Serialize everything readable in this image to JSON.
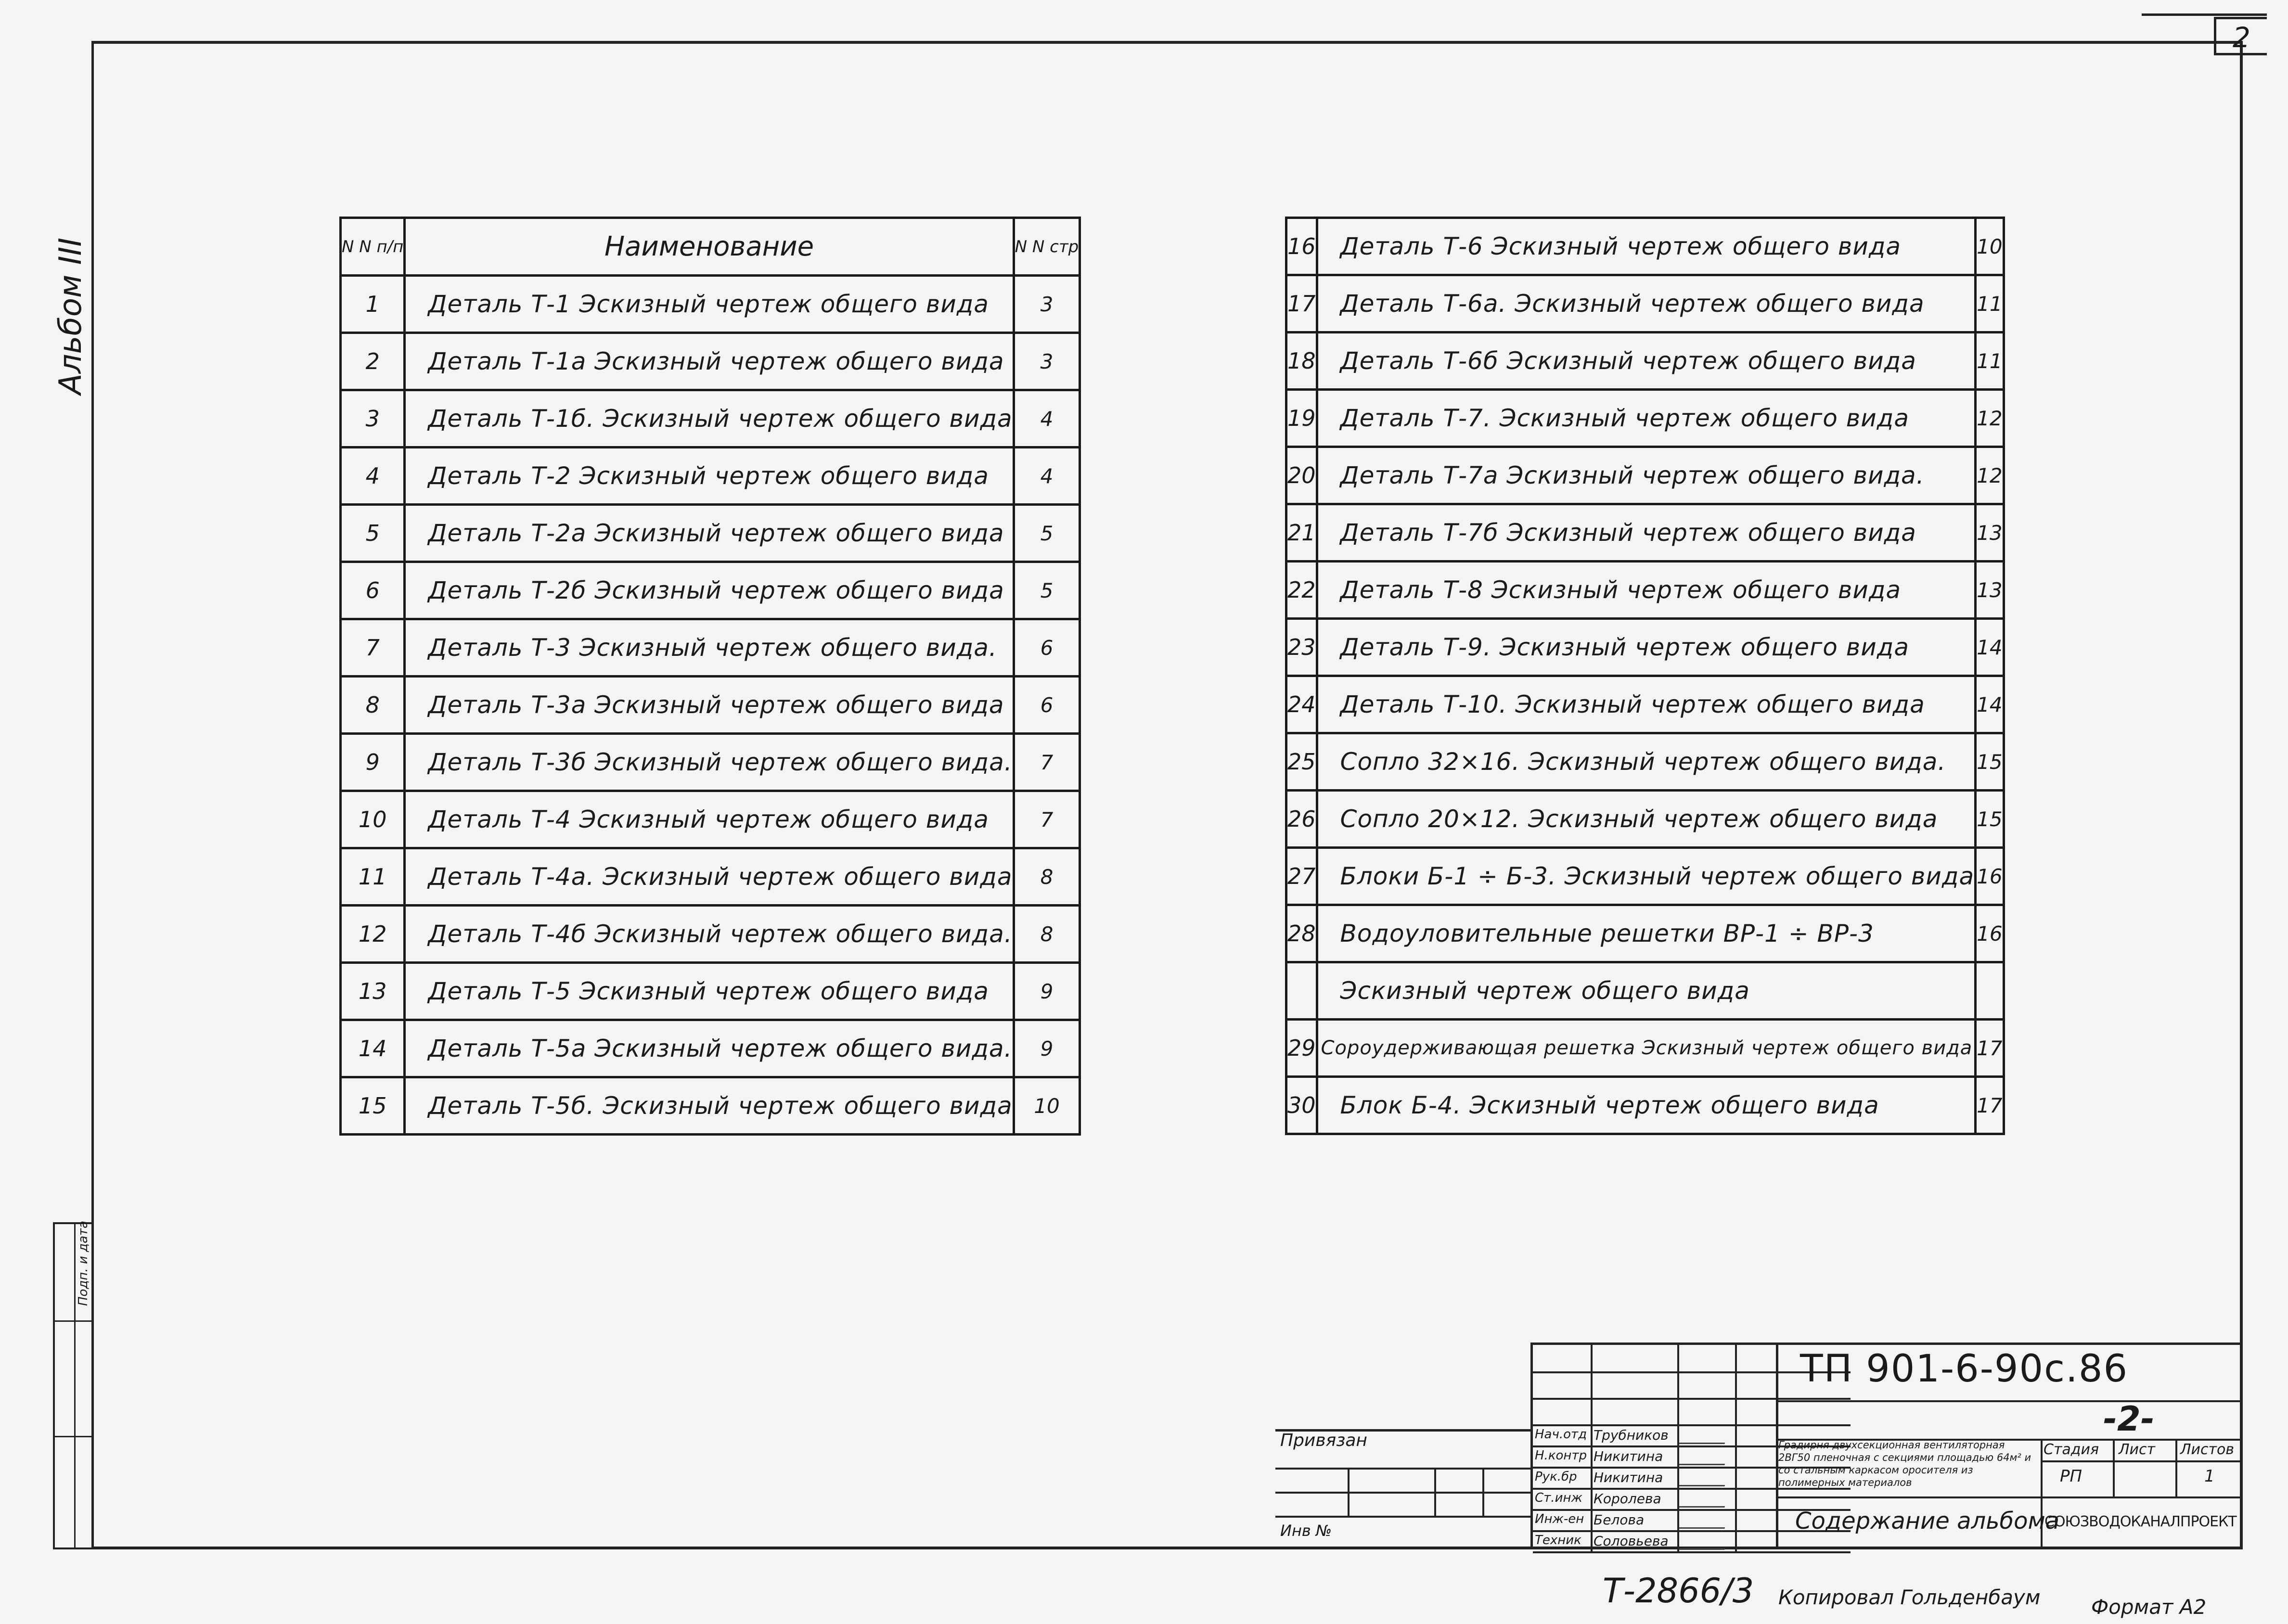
{
  "sheet_number": "2",
  "album_label": "Альбом III",
  "side_stamp_label": "Подп. и дата",
  "index_headers": {
    "num": "N N п/п",
    "name": "Наименование",
    "page": "N N стр"
  },
  "left_rows": [
    {
      "n": "1",
      "name": "Деталь Т-1  Эскизный чертеж общего вида",
      "p": "3"
    },
    {
      "n": "2",
      "name": "Деталь Т-1а  Эскизный чертеж общего вида",
      "p": "3"
    },
    {
      "n": "3",
      "name": "Деталь Т-1б. Эскизный чертеж общего вида",
      "p": "4"
    },
    {
      "n": "4",
      "name": "Деталь Т-2  Эскизный чертеж общего вида",
      "p": "4"
    },
    {
      "n": "5",
      "name": "Деталь Т-2а Эскизный чертеж общего вида",
      "p": "5"
    },
    {
      "n": "6",
      "name": "Деталь Т-2б Эскизный чертеж общего вида",
      "p": "5"
    },
    {
      "n": "7",
      "name": "Деталь Т-3  Эскизный чертеж общего вида.",
      "p": "6"
    },
    {
      "n": "8",
      "name": "Деталь Т-3а Эскизный чертеж общего вида",
      "p": "6"
    },
    {
      "n": "9",
      "name": "Деталь Т-3б Эскизный чертеж общего вида.",
      "p": "7"
    },
    {
      "n": "10",
      "name": "Деталь Т-4  Эскизный чертеж общего вида",
      "p": "7"
    },
    {
      "n": "11",
      "name": "Деталь Т-4а. Эскизный чертеж общего вида",
      "p": "8"
    },
    {
      "n": "12",
      "name": "Деталь Т-4б Эскизный чертеж общего вида.",
      "p": "8"
    },
    {
      "n": "13",
      "name": "Деталь Т-5  Эскизный чертеж общего вида",
      "p": "9"
    },
    {
      "n": "14",
      "name": "Деталь Т-5а Эскизный чертеж общего вида.",
      "p": "9"
    },
    {
      "n": "15",
      "name": "Деталь Т-5б. Эскизный чертеж общего вида",
      "p": "10"
    }
  ],
  "right_rows": [
    {
      "n": "16",
      "name": "Деталь Т-6  Эскизный чертеж общего вида",
      "p": "10"
    },
    {
      "n": "17",
      "name": "Деталь Т-6а. Эскизный чертеж общего вида",
      "p": "11"
    },
    {
      "n": "18",
      "name": "Деталь Т-6б Эскизный чертеж общего вида",
      "p": "11"
    },
    {
      "n": "19",
      "name": "Деталь Т-7. Эскизный чертеж общего вида",
      "p": "12"
    },
    {
      "n": "20",
      "name": "Деталь Т-7а Эскизный чертеж общего вида.",
      "p": "12"
    },
    {
      "n": "21",
      "name": "Деталь Т-7б Эскизный чертеж общего вида",
      "p": "13"
    },
    {
      "n": "22",
      "name": "Деталь Т-8  Эскизный чертеж общего вида",
      "p": "13"
    },
    {
      "n": "23",
      "name": "Деталь Т-9. Эскизный чертеж общего вида",
      "p": "14"
    },
    {
      "n": "24",
      "name": "Деталь Т-10. Эскизный чертеж общего вида",
      "p": "14"
    },
    {
      "n": "25",
      "name": "Сопло 32×16. Эскизный чертеж общего вида.",
      "p": "15"
    },
    {
      "n": "26",
      "name": "Сопло 20×12. Эскизный чертеж общего вида",
      "p": "15"
    },
    {
      "n": "27",
      "name": "Блоки Б-1 ÷ Б-3. Эскизный чертеж общего вида",
      "p": "16"
    },
    {
      "n": "28",
      "name": "Водоуловительные решетки ВР-1 ÷ ВР-3",
      "p": "16"
    },
    {
      "n": "",
      "name": "Эскизный чертеж общего вида",
      "p": ""
    },
    {
      "n": "29",
      "name": "Сороудерживающая решетка Эскизный чертеж общего вида",
      "p": "17"
    },
    {
      "n": "30",
      "name": "Блок Б-4.  Эскизный чертеж общего вида",
      "p": "17"
    }
  ],
  "title_block": {
    "doc_code": "ТП 901-6-90с.86",
    "sheet_mark": "-2-",
    "privyazan": "Привязан",
    "inv": "Инв №",
    "roles": [
      "Нач.отд",
      "Н.контр",
      "Рук.бр",
      "Ст.инж",
      "Инж-ен",
      "Техник"
    ],
    "names": [
      "Трубников",
      "Никитина",
      "Никитина",
      "Королева",
      "Белова",
      "Соловьева"
    ],
    "description": "Градирня двухсекционная вентиляторная 2ВГ50 пленочная с секциями площадью 64м² и со стальным каркасом оросителя из полимерных материалов",
    "stage_label": "Стадия",
    "sheet_label": "Лист",
    "sheets_label": "Листов",
    "stage_value": "РП",
    "sheets_value": "1",
    "contents": "Содержание альбома",
    "org": "СОЮЗВОДОКАНАЛПРОЕКТ",
    "archive": "Т-2866/3",
    "copied": "Копировал Гольденбаум",
    "format": "Формат А2"
  }
}
